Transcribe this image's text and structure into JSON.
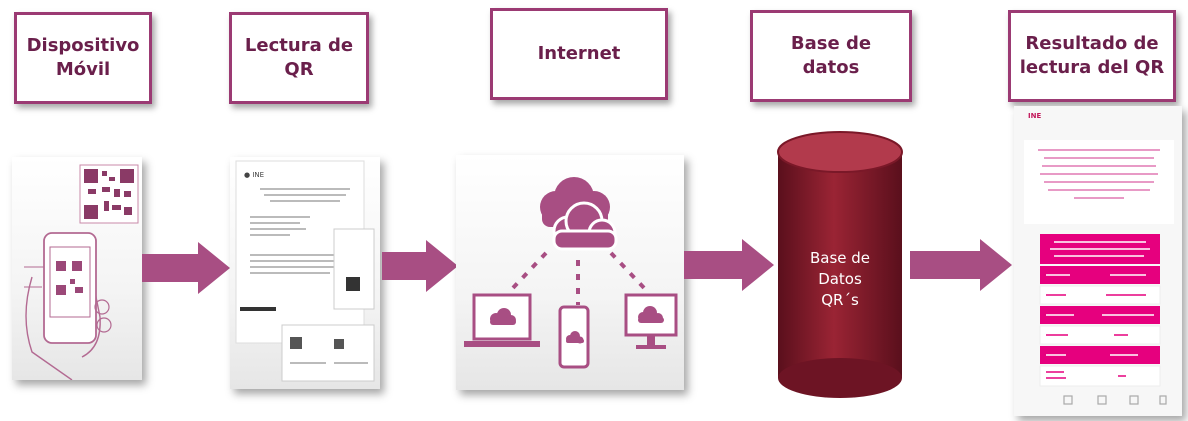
{
  "stages": [
    {
      "label": "Dispositivo\nMóvil"
    },
    {
      "label": "Lectura de\nQR"
    },
    {
      "label": "Internet"
    },
    {
      "label": "Base de\ndatos"
    },
    {
      "label": "Resultado de\nlectura del QR"
    }
  ],
  "database": {
    "text": "Base de\nDatos\nQR´s"
  },
  "result_phone": {
    "header": "INE"
  },
  "colors": {
    "accent": "#9b3a73",
    "arrow": "#a84e83",
    "cloud": "#a84e83",
    "db": "#8a1c2c",
    "pink": "#e6007e"
  }
}
